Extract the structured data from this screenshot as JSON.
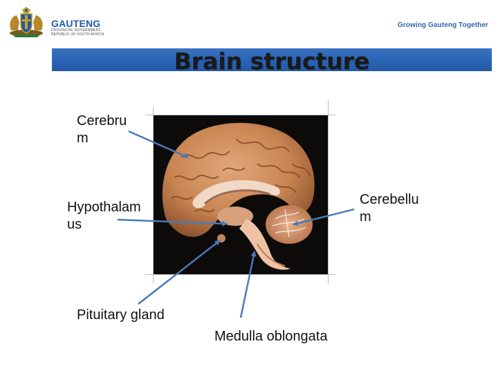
{
  "header": {
    "logo_word": "GAUTENG",
    "logo_sub1": "PROVINCIAL GOVERNMENT",
    "logo_sub2": "REPUBLIC OF SOUTH AFRICA",
    "tagline": "Growing Gauteng Together"
  },
  "title": "Brain structure",
  "labels": {
    "cerebrum": "Cerebru\nm",
    "hypothalamus": "Hypothalam\nus",
    "cerebellum": "Cerebellu\nm",
    "pituitary": "Pituitary gland",
    "medulla": "Medulla oblongata"
  },
  "colors": {
    "brand_blue": "#1f5aa6",
    "title_bar": "#2b63b4",
    "arrow": "#4a7ab7",
    "tagline": "#2d64b0",
    "crest_gold": "#c9a227"
  },
  "icons": {
    "crest": "coat-of-arms-icon"
  }
}
